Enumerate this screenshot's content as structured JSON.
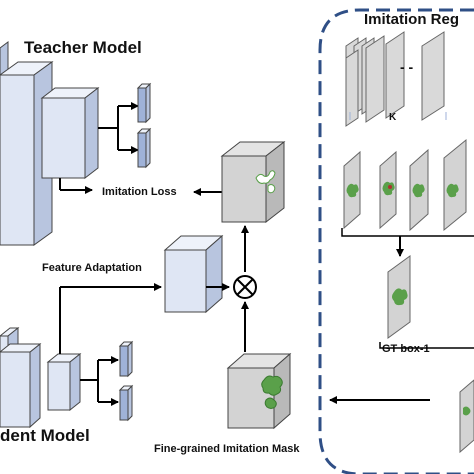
{
  "labels": {
    "teacher_model": "Teacher Model",
    "student_model": "dent Model",
    "imitation_loss": "Imitation Loss",
    "feature_adaptation": "Feature Adaptation",
    "fine_grained_mask": "Fine-grained Imitation Mask",
    "imitation_region": "Imitation Reg",
    "k_label": "K",
    "gt_box": "GT box-1",
    "ellipsis": "- -"
  },
  "symbols": {
    "multiply": "⊗"
  },
  "colors": {
    "block_front": "#dfe6f4",
    "block_side": "#b8c5df",
    "block_top": "#eef2fa",
    "head_front": "#9fb2d8",
    "panel_dash": "#2f4f86",
    "gray_map": "#cfcfcf",
    "green_patch": "#5aa04a"
  }
}
